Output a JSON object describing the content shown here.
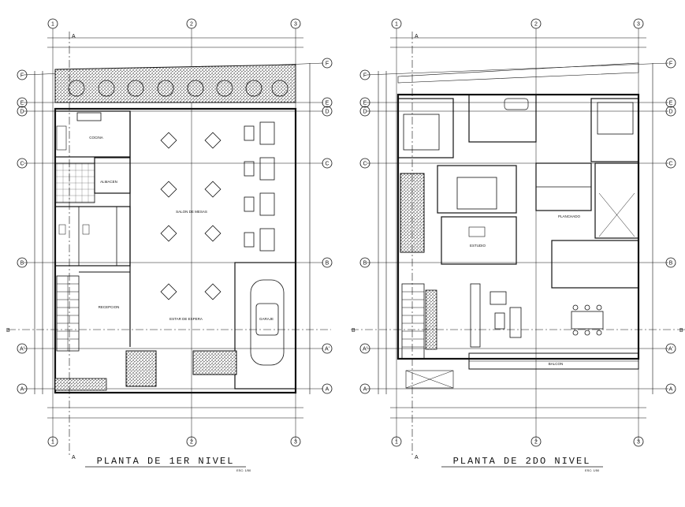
{
  "drawing": {
    "plans": [
      {
        "title": "PLANTA DE 1ER NIVEL",
        "scale": "ESC: 1/50",
        "rooms": {
          "cocina": "COCINA",
          "almacen": "ALMACEN",
          "recepcion": "RECEPCION",
          "salon": "SALON DE MESAS",
          "estar": "ESTAR DE ESPERA",
          "garaje": "GARAJE"
        }
      },
      {
        "title": "PLANTA DE 2DO NIVEL",
        "scale": "ESC: 1/50",
        "rooms": {
          "planchado": "PLANCHADO",
          "estudio": "ESTUDIO",
          "balcon": "BALCON"
        }
      }
    ],
    "axes": {
      "columns": [
        "1",
        "2",
        "3"
      ],
      "rows": [
        "F",
        "E",
        "D",
        "C",
        "B",
        "A'",
        "A"
      ],
      "section": [
        "A",
        "B"
      ]
    },
    "colors": {
      "line": "#111111",
      "background": "#ffffff",
      "hatch": "#222222"
    }
  }
}
